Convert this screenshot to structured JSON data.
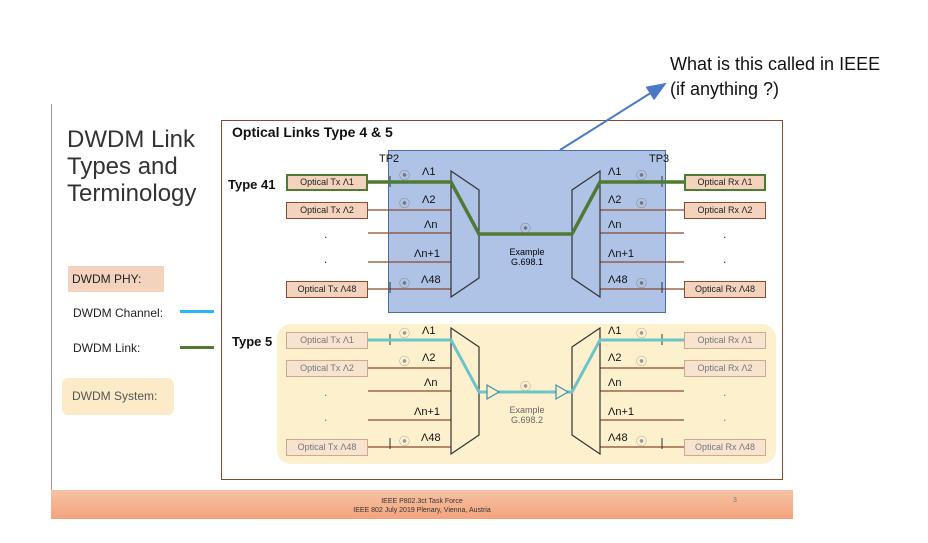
{
  "callout": {
    "line1": "What is this called in IEEE",
    "line2": "(if anything ?)"
  },
  "slide": {
    "title_l1": "DWDM Link",
    "title_l2": "Types and",
    "title_l3": "Terminology",
    "frame_title": "Optical Links Type 4 & 5",
    "tp2": "TP2",
    "tp3": "TP3",
    "type41": "Type 41",
    "type5": "Type 5",
    "dot": ".",
    "coil": "⦿"
  },
  "legend": {
    "phy": "DWDM PHY:",
    "channel": "DWDM Channel:",
    "link": "DWDM Link:",
    "system": "DWDM System:",
    "channel_color": "#29b6f6",
    "link_color": "#4e7a34"
  },
  "type41": {
    "tx": [
      "Optical Tx Λ1",
      "Optical Tx Λ2",
      "Optical Tx Λ48"
    ],
    "rx": [
      "Optical Rx Λ1",
      "Optical Rx Λ2",
      "Optical Rx Λ48"
    ],
    "lambdas_left": [
      "Λ1",
      "Λ2",
      "Λn",
      "Λn+1",
      "Λ48"
    ],
    "lambdas_right": [
      "Λ1",
      "Λ2",
      "Λn",
      "Λn+1",
      "Λ48"
    ],
    "example_l1": "Example",
    "example_l2": "G.698.1"
  },
  "type5": {
    "tx": [
      "Optical Tx Λ1",
      "Optical Tx Λ2",
      "Optical Tx Λ48"
    ],
    "rx": [
      "Optical Rx Λ1",
      "Optical Rx Λ2",
      "Optical Rx Λ48"
    ],
    "lambdas_left": [
      "Λ1",
      "Λ2",
      "Λn",
      "Λn+1",
      "Λ48"
    ],
    "lambdas_right": [
      "Λ1",
      "Λ2",
      "Λn",
      "Λn+1",
      "Λ48"
    ],
    "example_l1": "Example",
    "example_l2": "G.698.2"
  },
  "footer": {
    "line1": "IEEE P802.3ct Task Force",
    "line2": "IEEE 802 July 2019 Plenary, Vienna, Austria",
    "page": "3"
  }
}
